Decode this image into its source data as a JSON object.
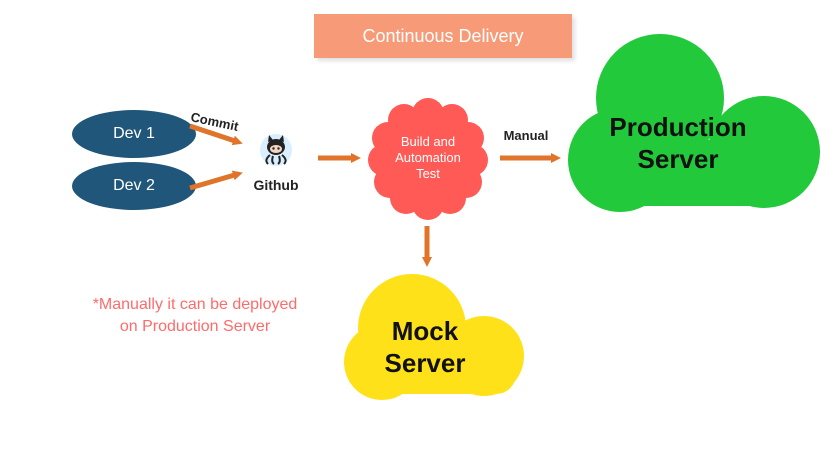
{
  "title": "Continuous Delivery",
  "devs": [
    "Dev 1",
    "Dev 2"
  ],
  "labels": {
    "commit": "Commit",
    "github": "Github",
    "manual": "Manual"
  },
  "build": [
    "Build and",
    "Automation",
    "Test"
  ],
  "production": [
    "Production",
    "Server"
  ],
  "mock": [
    "Mock",
    "Server"
  ],
  "note": [
    "*Manually it can be deployed",
    "on Production Server"
  ],
  "colors": {
    "banner": "#f79a77",
    "dev": "#1f5679",
    "arrow": "#e0742b",
    "build": "#ff5a55",
    "production": "#22c93a",
    "mock": "#ffe11a",
    "note": "#ff6b6b"
  },
  "icons": [
    "github-octocat-icon"
  ]
}
